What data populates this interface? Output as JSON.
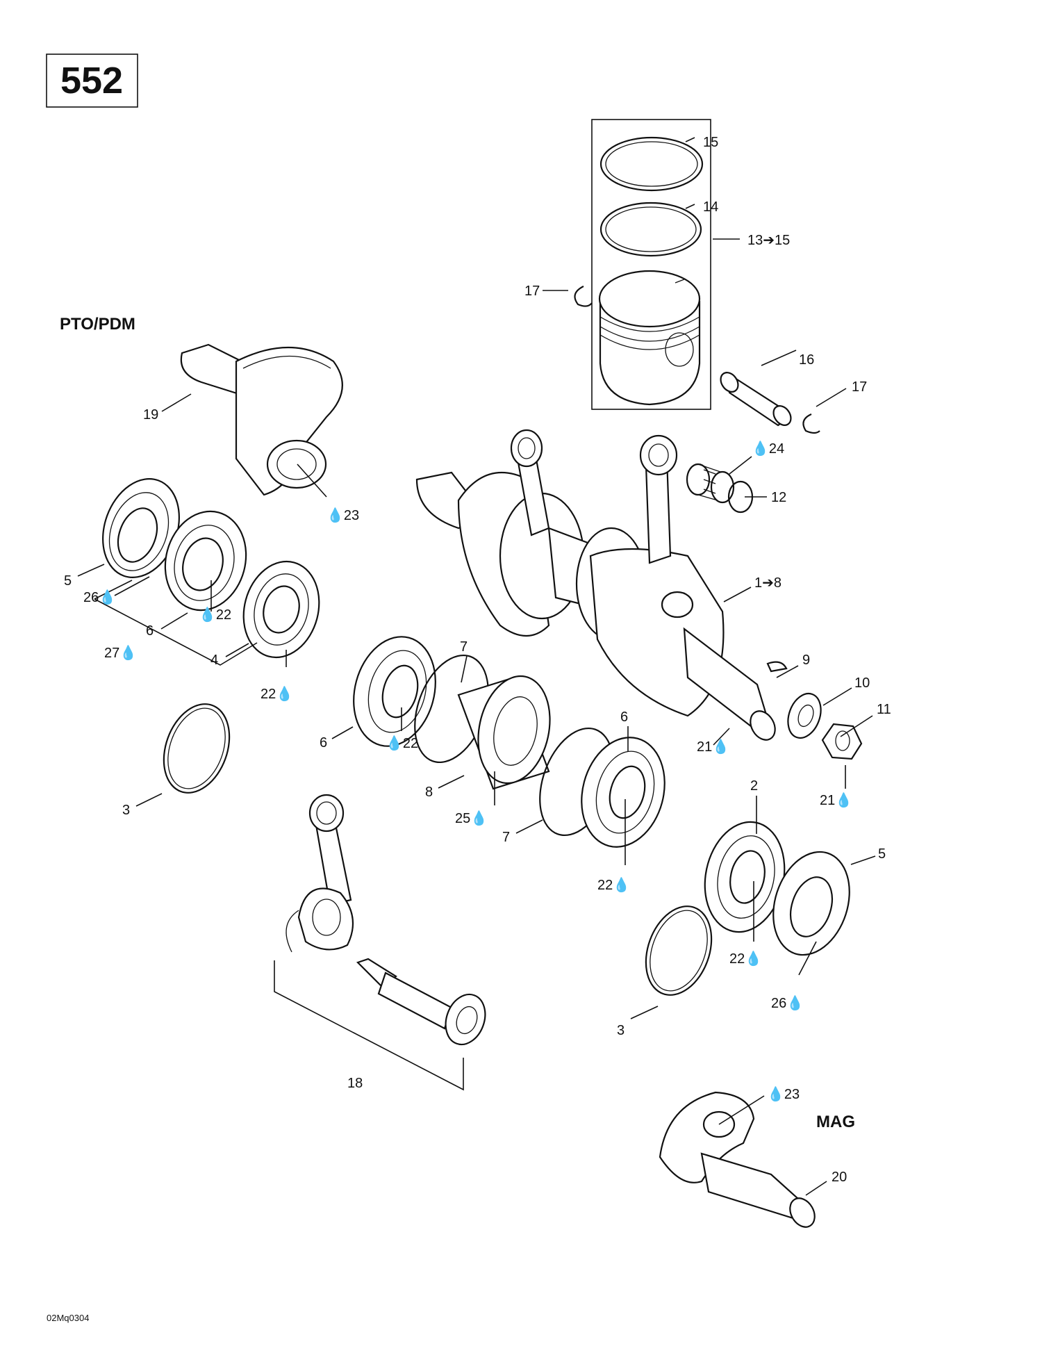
{
  "page_number": "552",
  "sections": {
    "pto": "PTO/PDM",
    "mag": "MAG"
  },
  "reference_code": "02Mq0304",
  "callouts": [
    {
      "id": "c15",
      "text": "15"
    },
    {
      "id": "c14",
      "text": "14"
    },
    {
      "id": "c13",
      "text": "13➔15"
    },
    {
      "id": "c17a",
      "text": "17"
    },
    {
      "id": "c16",
      "text": "16"
    },
    {
      "id": "c17b",
      "text": "17"
    },
    {
      "id": "c19",
      "text": "19"
    },
    {
      "id": "c23a",
      "text": "💧23"
    },
    {
      "id": "c24",
      "text": "💧24"
    },
    {
      "id": "c12",
      "text": "12"
    },
    {
      "id": "c5a",
      "text": "5"
    },
    {
      "id": "c26a",
      "text": "26💧"
    },
    {
      "id": "c6a",
      "text": "6"
    },
    {
      "id": "c22a",
      "text": "💧22"
    },
    {
      "id": "c1",
      "text": "1➔8"
    },
    {
      "id": "c4",
      "text": "4"
    },
    {
      "id": "c27",
      "text": "27💧"
    },
    {
      "id": "c22b",
      "text": "22💧"
    },
    {
      "id": "c7a",
      "text": "7"
    },
    {
      "id": "c9",
      "text": "9"
    },
    {
      "id": "c10",
      "text": "10"
    },
    {
      "id": "c11",
      "text": "11"
    },
    {
      "id": "c6b",
      "text": "6"
    },
    {
      "id": "c22c",
      "text": "💧22"
    },
    {
      "id": "c21a",
      "text": "21💧"
    },
    {
      "id": "c6c",
      "text": "6"
    },
    {
      "id": "c8",
      "text": "8"
    },
    {
      "id": "c3a",
      "text": "3"
    },
    {
      "id": "c25",
      "text": "25💧"
    },
    {
      "id": "c2",
      "text": "2"
    },
    {
      "id": "c21b",
      "text": "21💧"
    },
    {
      "id": "c7b",
      "text": "7"
    },
    {
      "id": "c5b",
      "text": "5"
    },
    {
      "id": "c22d",
      "text": "22💧"
    },
    {
      "id": "c22e",
      "text": "22💧"
    },
    {
      "id": "c26b",
      "text": "26💧"
    },
    {
      "id": "c3b",
      "text": "3"
    },
    {
      "id": "c18",
      "text": "18"
    },
    {
      "id": "c23b",
      "text": "💧23"
    },
    {
      "id": "c20",
      "text": "20"
    }
  ]
}
